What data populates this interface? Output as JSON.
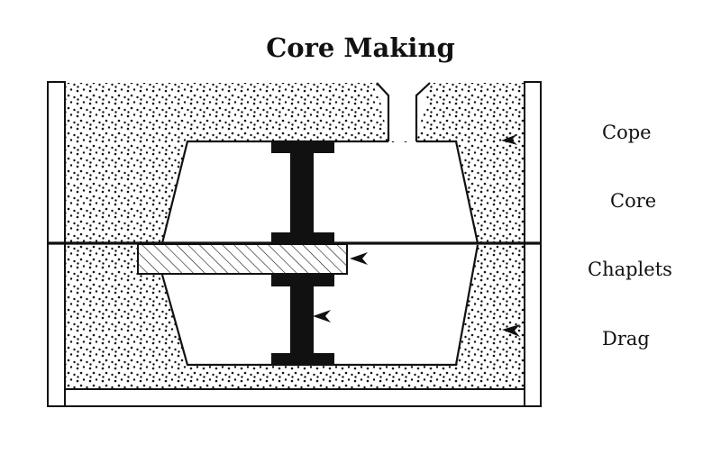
{
  "title": "Core Making",
  "labels": {
    "cope": "Cope",
    "core": "Core",
    "chaplets": "Chaplets",
    "drag": "Drag"
  },
  "colors": {
    "ink": "#111111",
    "background": "#ffffff"
  }
}
